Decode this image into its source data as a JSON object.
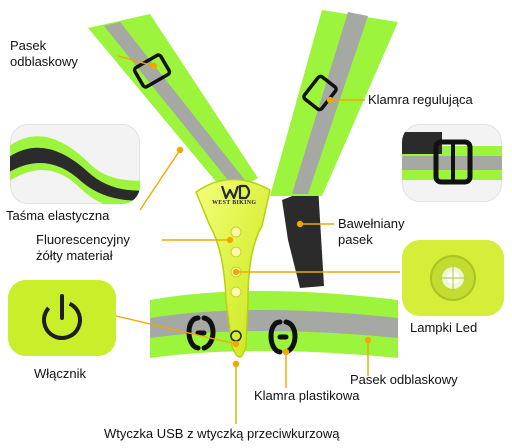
{
  "labels": {
    "pasek_top": "Pasek\nodblaskowy",
    "klamra_reg": "Klamra regulująca",
    "tasma": "Taśma elastyczna",
    "fluo": "Fluorescencyjny\nżółty materiał",
    "bawelniany": "Bawełniany\npasek",
    "lampki": "Lampki Led",
    "wlacznik": "Włącznik",
    "pasek_bottom": "Pasek odblaskowy",
    "klamra_plast": "Klamra plastikowa",
    "usb": "Wtyczka USB z wtyczką przeciwkurzową"
  },
  "logo_text": "WEST BIKING",
  "colors": {
    "neon": "#9cf53c",
    "reflective": "#a5a8a3",
    "dark": "#2b2b2b",
    "leader": "#f0a800",
    "led_body": "#e2f52a"
  }
}
